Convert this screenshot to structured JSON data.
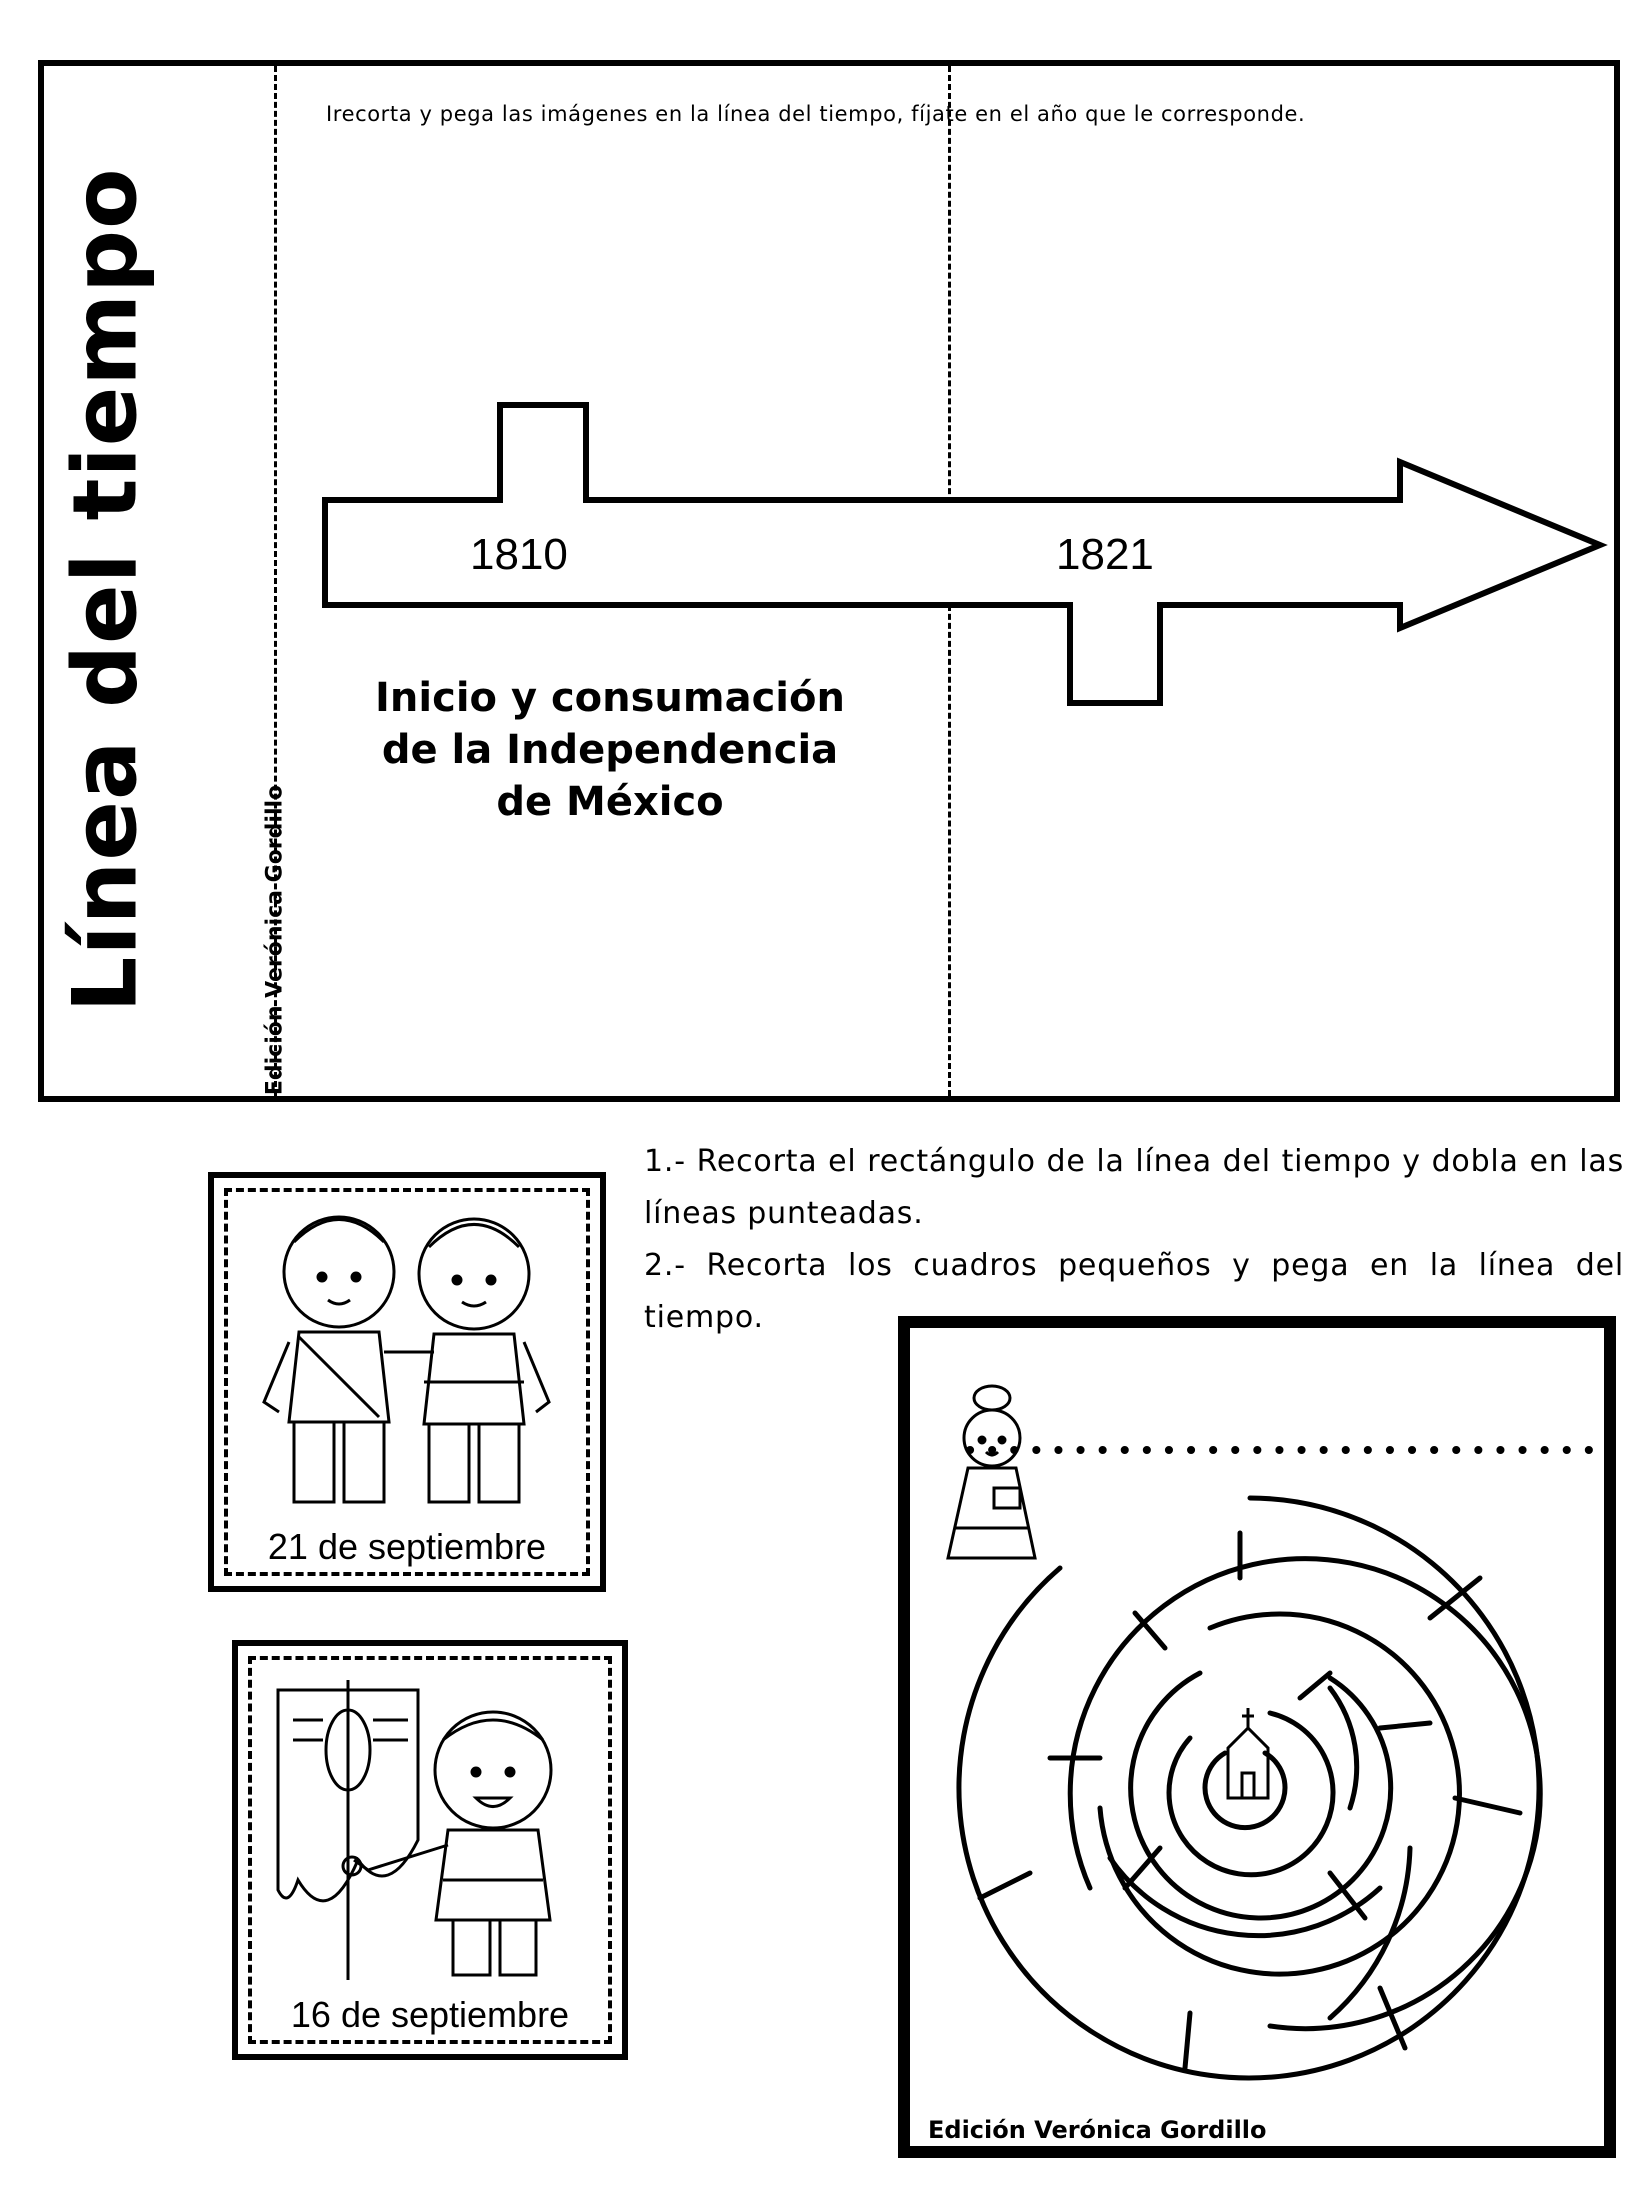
{
  "timeline": {
    "vertical_title": "Línea del tiempo",
    "edition_credit": "Edición Verónica Gordillo",
    "instruction": "Irecorta y pega las imágenes en la línea del tiempo, fíjate en el año que le corresponde.",
    "year_start": "1810",
    "year_end": "1821",
    "heading_line1": "Inicio y consumación",
    "heading_line2": "de la Independencia",
    "heading_line3": "de México"
  },
  "instructions": {
    "step1": "1.- Recorta el rectángulo de la línea del tiempo y dobla en las líneas punteadas.",
    "step2": "2.- Recorta los cuadros pequeños y pega en la línea del tiempo."
  },
  "cards": [
    {
      "caption": "21 de septiembre",
      "illustration": "two-independence-heroes-illustration"
    },
    {
      "caption": "16 de septiembre",
      "illustration": "priest-with-banner-illustration"
    }
  ],
  "maze": {
    "edition_credit": "Edición Verónica Gordillo",
    "illustration": "circular-maze-with-girl-and-church"
  }
}
